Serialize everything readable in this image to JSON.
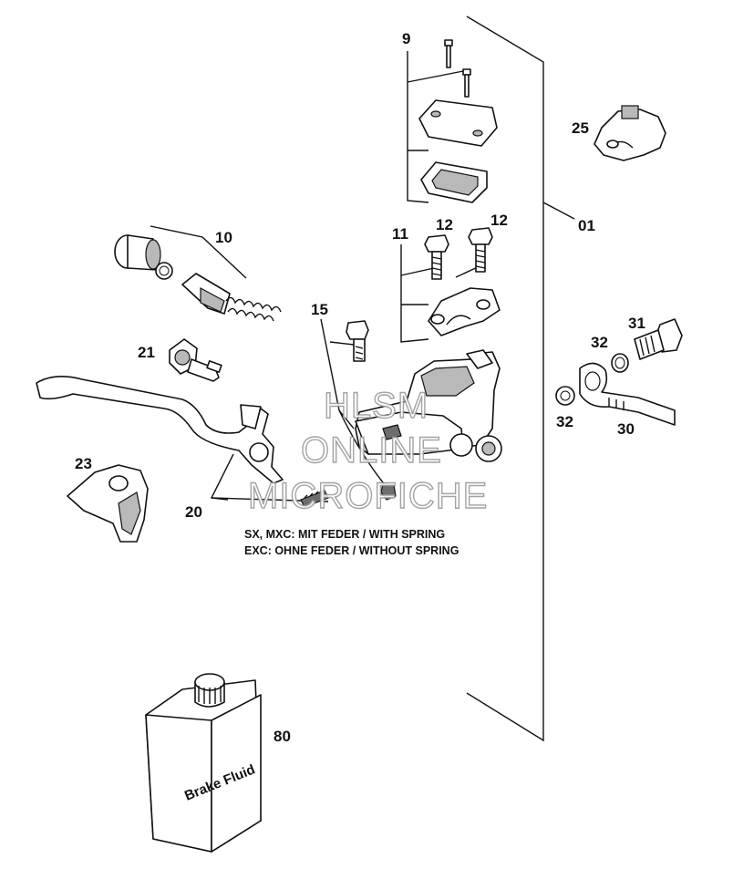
{
  "callouts": {
    "c9": "9",
    "c25": "25",
    "c10": "10",
    "c11": "11",
    "c12a": "12",
    "c12b": "12",
    "c01": "01",
    "c15": "15",
    "c21": "21",
    "c31": "31",
    "c32a": "32",
    "c32b": "32",
    "c30": "30",
    "c23": "23",
    "c20": "20",
    "c80": "80"
  },
  "notes": {
    "line1": "SX, MXC: MIT FEDER / WITH SPRING",
    "line2": "EXC: OHNE FEDER / WITHOUT SPRING"
  },
  "watermark": {
    "line1": "HLSM",
    "line2": "ONLINE",
    "line3": "MICROFICHE"
  },
  "bottle": {
    "label": "Brake Fluid"
  }
}
